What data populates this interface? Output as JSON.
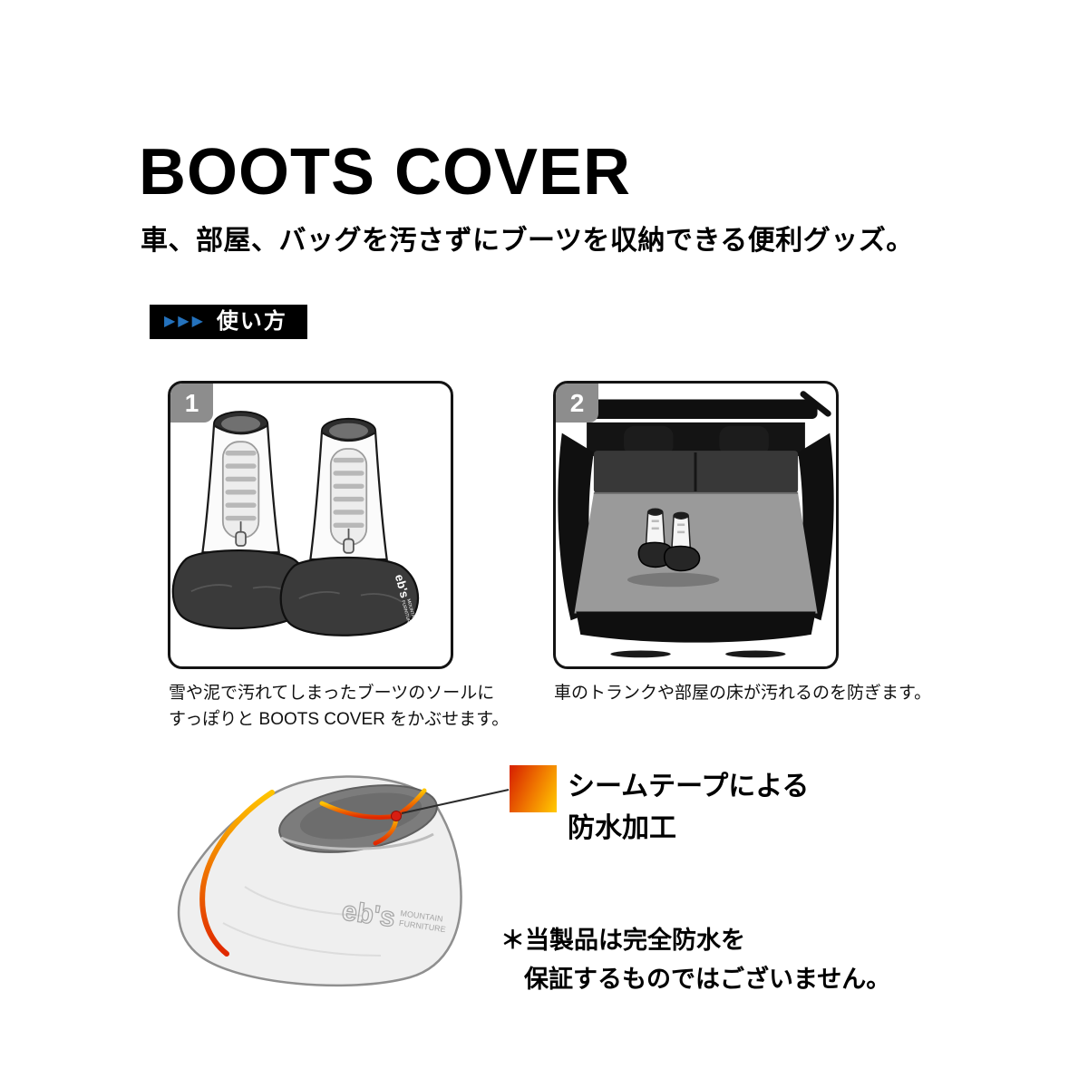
{
  "header": {
    "title": "BOOTS COVER",
    "subtitle": "車、部屋、バッグを汚さずにブーツを収納できる便利グッズ。"
  },
  "usage": {
    "arrows": "▶▶▶",
    "label": "使い方"
  },
  "panels": [
    {
      "number": "1",
      "caption": [
        "雪や泥で汚れてしまったブーツのソールに",
        "すっぽりと BOOTS COVER をかぶせます。"
      ]
    },
    {
      "number": "2",
      "caption": [
        "車のトランクや部屋の床が汚れるのを防ぎます。"
      ]
    }
  ],
  "feature": {
    "lines": [
      "シームテープによる",
      "防水加工"
    ]
  },
  "disclaimer": {
    "lines": [
      "＊当製品は完全防水を",
      "保証するものではございません。"
    ]
  },
  "brand": {
    "name": "eb's",
    "sub1": "MOUNTAIN",
    "sub2": "FURNITURE"
  },
  "colors": {
    "arrow_blue": "#2472bd",
    "badge_black": "#000000",
    "panel_number_gray": "#8d8d8d",
    "boot_cover_dark": "#3a3a3a",
    "cover_light": "#efefef",
    "swatch_red": "#d92800",
    "swatch_orange": "#f07800",
    "swatch_yellow": "#ffc400",
    "seam_dot_red": "#d81e12"
  }
}
